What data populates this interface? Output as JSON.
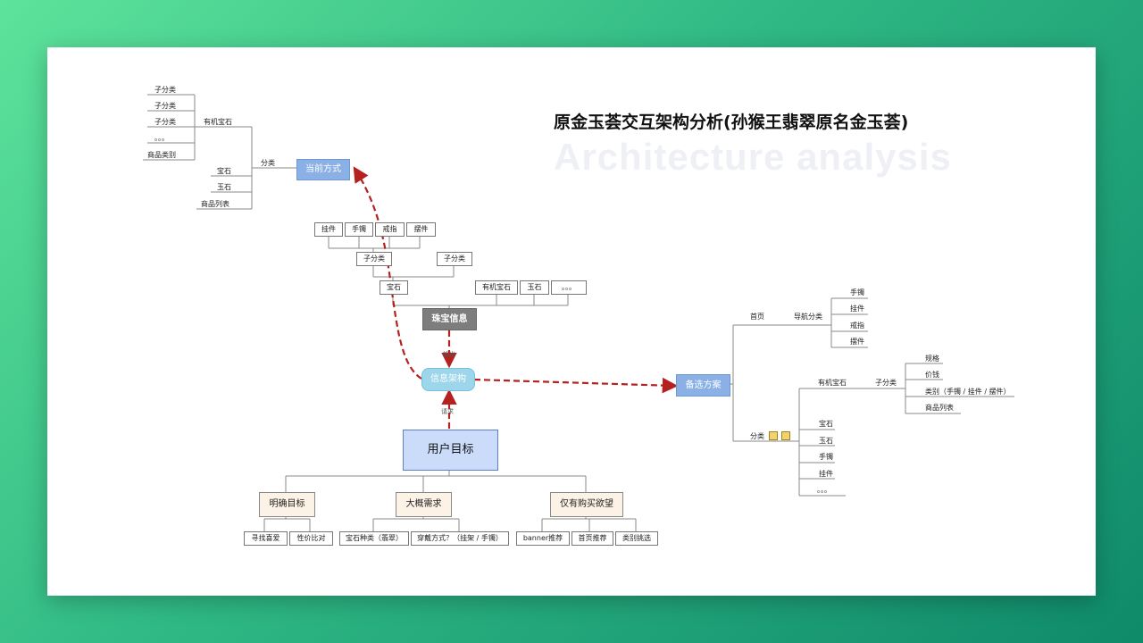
{
  "title": "原金玉荟交互架构分析(孙猴王翡翠原名金玉荟)",
  "watermark": "Architecture analysis",
  "current_method": {
    "label": "当前方式",
    "branch_label": "分类",
    "organic_gem": "有机宝石",
    "subcats": [
      "子分类",
      "子分类",
      "子分类",
      "。。。",
      "商品类别"
    ],
    "items": [
      "宝石",
      "玉石",
      "商品列表"
    ]
  },
  "jewelry": {
    "label": "珠宝信息",
    "top_items": [
      "挂件",
      "手镯",
      "戒指",
      "摆件"
    ],
    "subcat_a": "子分类",
    "subcat_b": "子分类",
    "gem": "宝石",
    "row2": [
      "有机宝石",
      "玉石",
      "。。。"
    ]
  },
  "info_arch": {
    "label": "信息架构",
    "output_label": "输出",
    "request_label": "请求"
  },
  "user_goal": {
    "label": "用户目标",
    "needs": [
      {
        "label": "明确目标",
        "subs": [
          "寻找喜爱",
          "性价比对"
        ]
      },
      {
        "label": "大概需求",
        "subs": [
          "宝石种类（翡翠）",
          "穿戴方式？（挂架 / 手镯）"
        ]
      },
      {
        "label": "仅有购买欲望",
        "subs": [
          "banner推荐",
          "首页推荐",
          "类别挑选"
        ]
      }
    ]
  },
  "alternative": {
    "label": "备选方案",
    "home": "首页",
    "nav_category": "导航分类",
    "nav_items": [
      "手镯",
      "挂件",
      "戒指",
      "摆件"
    ],
    "category": "分类",
    "organic_gem": "有机宝石",
    "subcat": "子分类",
    "subcat_items": [
      "规格",
      "价钱",
      "类别（手镯 / 挂件 / 摆件）",
      "商品列表"
    ],
    "cat_items": [
      "宝石",
      "玉石",
      "手镯",
      "挂件",
      "。。。"
    ]
  },
  "colors": {
    "accent_arrow": "#b5211f",
    "blue_node": "#8ab0e6",
    "goal_node": "#cbdcfb"
  }
}
